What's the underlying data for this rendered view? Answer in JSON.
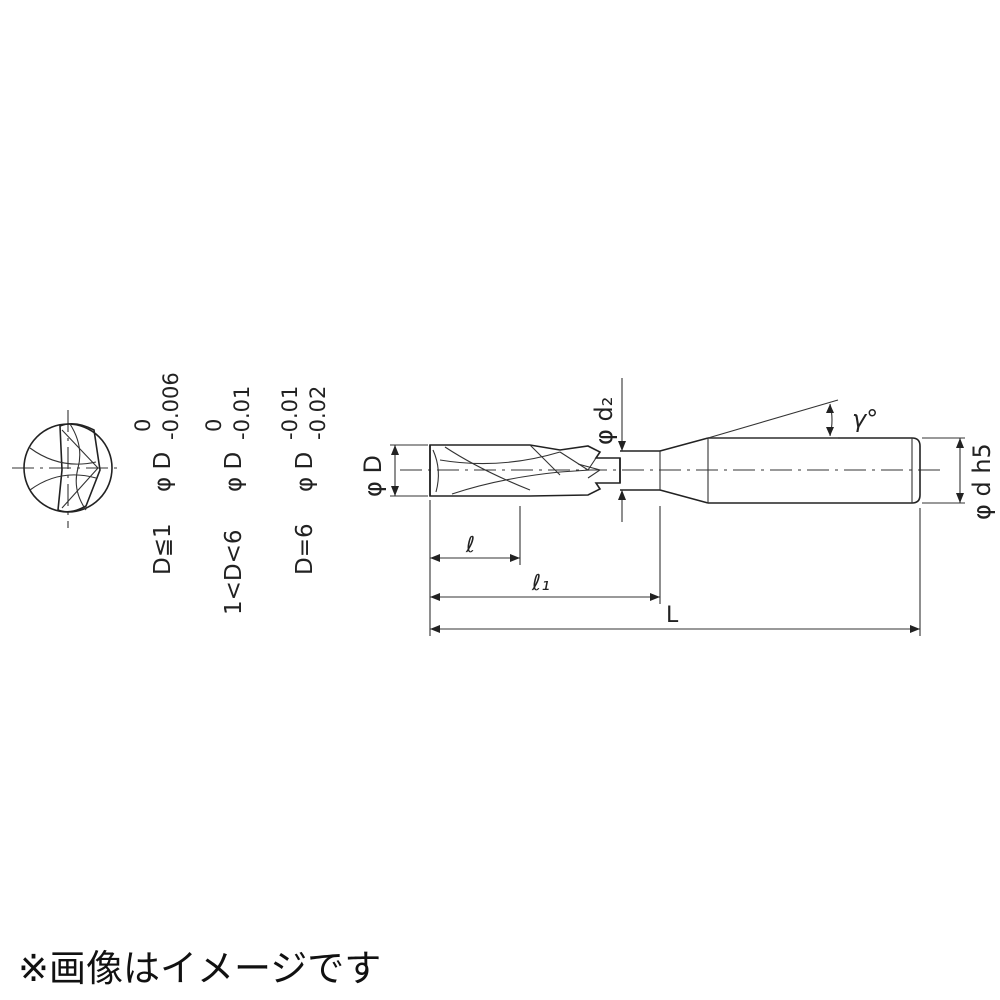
{
  "tolerance_table": {
    "row1": {
      "condition": "D≦1",
      "symbol": "φ D",
      "upper": "0",
      "lower": "-0.006"
    },
    "row2": {
      "condition": "1<D<6",
      "symbol": "φ D",
      "upper": "0",
      "lower": "-0.01"
    },
    "row3": {
      "condition": "D=6",
      "symbol": "φ D",
      "upper": "-0.01",
      "lower": "-0.02"
    }
  },
  "dimensions": {
    "diameter": "φ D",
    "neck_diameter": "φ d₂",
    "shank_diameter": "φ d h5",
    "flute_length": "ℓ",
    "neck_length": "ℓ₁",
    "overall_length": "L",
    "taper_angle": "γ°"
  },
  "footnote": "※画像はイメージです"
}
